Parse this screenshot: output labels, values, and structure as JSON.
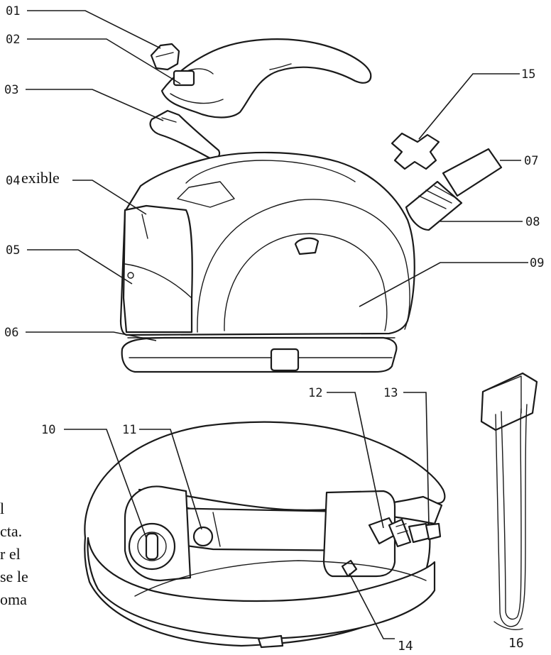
{
  "callouts": {
    "c01": "01",
    "c02": "02",
    "c03": "03",
    "c04": "04",
    "c05": "05",
    "c06": "06",
    "c07": "07",
    "c08": "08",
    "c09": "09",
    "c10": "10",
    "c11": "11",
    "c12": "12",
    "c13": "13",
    "c14": "14",
    "c15": "15",
    "c16": "16"
  },
  "stray_text": {
    "overlay_word": "exible",
    "margin_lines": [
      "l",
      "cta.",
      "r el",
      "se le",
      "oma"
    ]
  }
}
